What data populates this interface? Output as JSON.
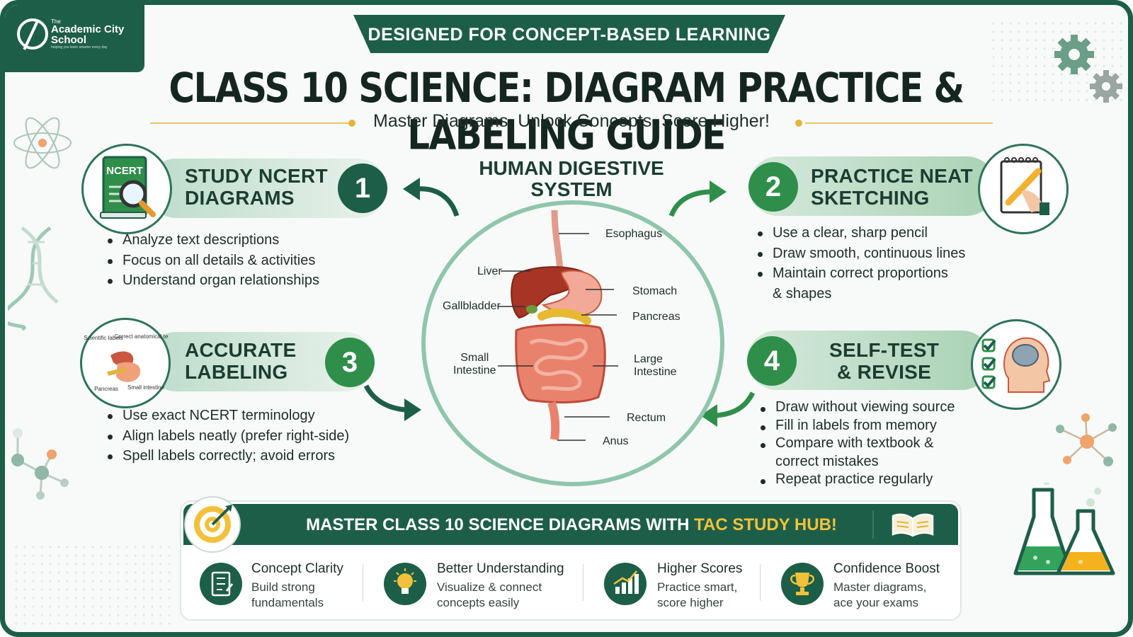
{
  "logo": {
    "small": "The",
    "name": "Academic City School",
    "tagline": "helping you learn smarter every day"
  },
  "banner": "DESIGNED FOR CONCEPT-BASED LEARNING",
  "title": "CLASS 10 SCIENCE: DIAGRAM PRACTICE & LABELING GUIDE",
  "subtitle": "Master Diagrams, Unlock Concepts, Score Higher!",
  "steps": [
    {
      "num": "1",
      "title_l1": "STUDY NCERT",
      "title_l2": "DIAGRAMS",
      "icon": "book-magnifier-icon",
      "icon_text": "NCERT",
      "bullets": [
        "Analyze text descriptions",
        "Focus on all details & activities",
        "Understand organ relationships"
      ]
    },
    {
      "num": "2",
      "title_l1": "PRACTICE NEAT",
      "title_l2": "SKETCHING",
      "icon": "pencil-notepad-icon",
      "bullets": [
        "Use a clear, sharp pencil",
        "Draw smooth, continuous lines",
        "Maintain correct proportions",
        "& shapes"
      ]
    },
    {
      "num": "3",
      "title_l1": "ACCURATE",
      "title_l2": "LABELING",
      "icon": "labeled-organ-icon",
      "icon_labels": [
        "Scientific labels",
        "Correct anatomical term",
        "Pancreas",
        "Small intestine"
      ],
      "bullets": [
        "Use exact NCERT terminology",
        "Align labels neatly (prefer right-side)",
        "Spell labels correctly; avoid errors"
      ]
    },
    {
      "num": "4",
      "title_l1": "SELF-TEST",
      "title_l2": "& REVISE",
      "icon": "brain-checklist-icon",
      "bullets": [
        "Draw without viewing source",
        "Fill in labels from memory",
        "Compare with textbook &",
        "correct mistakes",
        "Repeat practice regularly"
      ]
    }
  ],
  "diagram": {
    "title_l1": "HUMAN DIGESTIVE",
    "title_l2": "SYSTEM",
    "labels": {
      "esophagus": "Esophagus",
      "liver": "Liver",
      "stomach": "Stomach",
      "gallbladder": "Gallbladder",
      "pancreas": "Pancreas",
      "small_l1": "Small",
      "small_l2": "Intestine",
      "large_l1": "Large",
      "large_l2": "Intestine",
      "rectum": "Rectum",
      "anus": "Anus"
    }
  },
  "bottom": {
    "title_main": "MASTER CLASS 10 SCIENCE DIAGRAMS WITH ",
    "title_accent": "TAC STUDY HUB!",
    "features": [
      {
        "title": "Concept Clarity",
        "sub1": "Build strong",
        "sub2": "fundamentals",
        "icon": "checklist-icon"
      },
      {
        "title": "Better Understanding",
        "sub1": "Visualize & connect",
        "sub2": "concepts easily",
        "icon": "lightbulb-icon"
      },
      {
        "title": "Higher Scores",
        "sub1": "Practice smart,",
        "sub2": "score higher",
        "icon": "bar-chart-icon"
      },
      {
        "title": "Confidence Boost",
        "sub1": "Master diagrams,",
        "sub2": "ace your exams",
        "icon": "trophy-icon"
      }
    ]
  },
  "colors": {
    "primary": "#1d5e48",
    "accent_green": "#2f8f4a",
    "accent_yellow": "#f2c13a",
    "light_green": "#cfe6d7"
  }
}
